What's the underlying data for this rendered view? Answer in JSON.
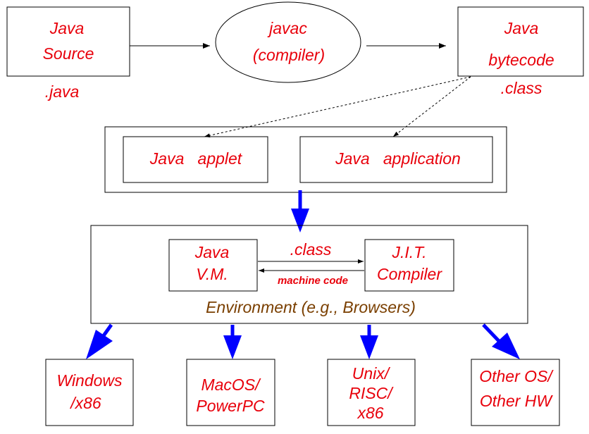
{
  "colors": {
    "label": "#e8000b",
    "environment_label": "#7a3f00",
    "flow_arrow": "#0000ff",
    "line": "#000000"
  },
  "nodes": {
    "java_source": {
      "line1": "Java",
      "line2": "Source",
      "caption": ".java"
    },
    "javac": {
      "line1": "javac",
      "line2": "(compiler)"
    },
    "bytecode": {
      "line1": "Java",
      "line2": "bytecode",
      "caption": ".class"
    },
    "applet": {
      "label": "Java   applet"
    },
    "application": {
      "label": "Java   application"
    },
    "jvm": {
      "line1": "Java",
      "line2": "V.M."
    },
    "jit": {
      "line1": "J.I.T.",
      "line2": "Compiler"
    },
    "environment": {
      "label": "Environment (e.g., Browsers)"
    },
    "windows": {
      "line1": "Windows",
      "line2": "/x86"
    },
    "macos": {
      "line1": "MacOS/",
      "line2": "PowerPC"
    },
    "unix": {
      "line1": "Unix/",
      "line2": "RISC/",
      "line3": "x86"
    },
    "other": {
      "line1": "Other OS/",
      "line2": "Other HW"
    }
  },
  "edges": {
    "jvm_to_jit": ".class",
    "jit_to_jvm": "machine code"
  }
}
